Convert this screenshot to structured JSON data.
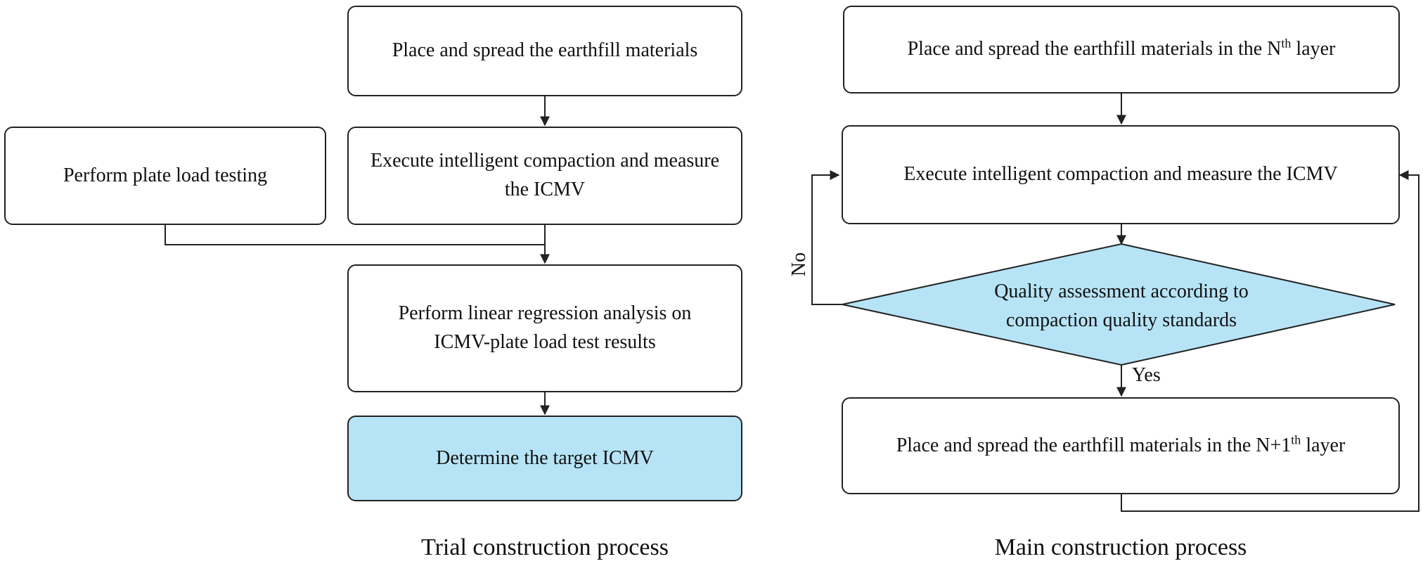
{
  "trial": {
    "caption": "Trial construction process",
    "steps": {
      "place_spread": "Place and spread the earthfill materials",
      "execute_ic": "Execute intelligent compaction and measure the ICMV",
      "plate_load": "Perform plate load testing",
      "regression": "Perform linear regression analysis on ICMV-plate load test results",
      "determine": "Determine the target ICMV"
    }
  },
  "main": {
    "caption": "Main construction process",
    "steps": {
      "place_nth_pre": "Place and spread the earthfill materials in the N",
      "place_nth_sup": "th",
      "place_nth_post": " layer",
      "execute_ic": "Execute intelligent compaction and measure the ICMV",
      "quality_assessment": "Quality assessment according to compaction quality standards",
      "place_n1_pre": "Place and spread the earthfill materials in the N+1",
      "place_n1_sup": "th",
      "place_n1_post": " layer"
    },
    "labels": {
      "no": "No",
      "yes": "Yes"
    }
  },
  "colors": {
    "highlight": "#b6e4f6",
    "stroke": "#222222"
  }
}
